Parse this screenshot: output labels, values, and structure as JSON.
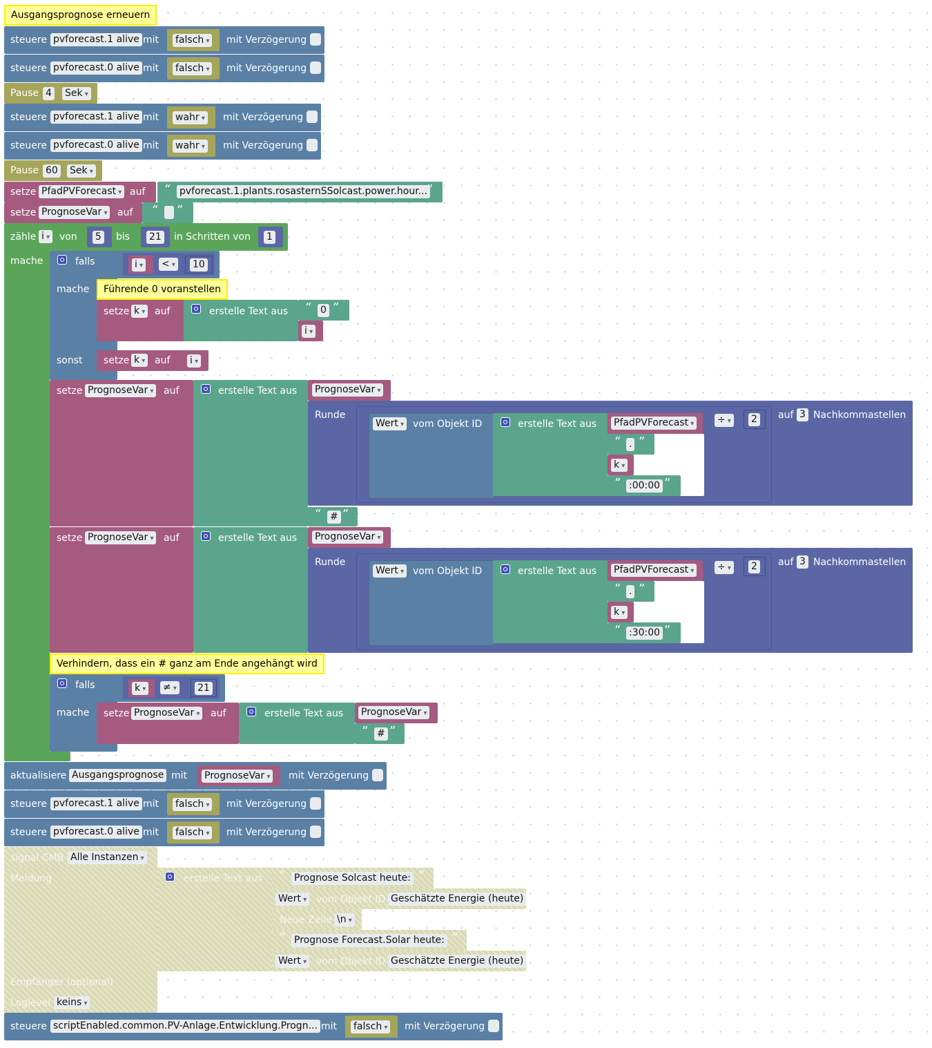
{
  "comments": {
    "c1": "Ausgangsprognose erneuern",
    "c2": "Führende 0 voranstellen",
    "c3": "Verhindern, dass ein # ganz am Ende angehängt wird"
  },
  "kw": {
    "steuere": "steuere",
    "mit": "mit",
    "mit_verzoegerung": "mit Verzögerung",
    "pause": "Pause",
    "setze": "setze",
    "auf": "auf",
    "zaehle": "zähle",
    "von": "von",
    "bis": "bis",
    "in_schritten_von": "in Schritten von",
    "mache": "mache",
    "falls": "falls",
    "sonst": "sonst",
    "erstelle_text_aus": "erstelle Text aus",
    "runde": "Runde",
    "vom_objekt_id": "vom Objekt ID",
    "auf_n": "auf",
    "nachkommastellen": "Nachkommastellen",
    "aktualisiere": "aktualisiere",
    "signal_cmb": "signal CMB",
    "meldung": "Meldung",
    "neue_zeile": "Neue Zeile",
    "empfaenger": "Empfänger (optional)",
    "loglevel": "Loglevel",
    "open_quote": "“",
    "close_quote": "”"
  },
  "objects": {
    "alive1": "pvforecast.1 alive",
    "alive0": "pvforecast.0 alive",
    "ausgangsprognose": "Ausgangsprognose",
    "script_enabled": "scriptEnabled.common.PV-Anlage.Entwicklung.Progn..."
  },
  "values": {
    "falsch": "falsch",
    "wahr": "wahr",
    "pause1": "4",
    "pause2": "60",
    "sek": "Sek",
    "path_text": "pvforecast.1.plants.rosasternSSolcast.power.hour...",
    "empty_text": "",
    "from": "5",
    "to": "21",
    "step": "1",
    "cmp_lt": "<",
    "cmp_ne": "≠",
    "ten": "10",
    "twenty_one": "21",
    "zero": "0",
    "dot": ".",
    "t1": ":00:00",
    "t2": ":30:00",
    "hash": "#",
    "divide": "÷",
    "two": "2",
    "three": "3",
    "wert": "Wert",
    "newline": "\\n",
    "alle_instanzen": "Alle Instanzen",
    "keins": "keins",
    "msg1": "Prognose Solcast heute:",
    "msg2": "Prognose Forecast.Solar heute:",
    "energy_today": "Geschätzte Energie (heute)"
  },
  "variables": {
    "pfad": "PfadPVForecast",
    "prognose": "PrognoseVar",
    "i": "i",
    "k": "k"
  },
  "colors": {
    "action_blue": "#5b80a5",
    "pause_olive": "#a5a55b",
    "variable_magenta": "#a55b80",
    "text_teal": "#5ba58c",
    "loop_green": "#5ba55b",
    "math_indigo": "#5b67a5",
    "comment_yellow": "#ffff99",
    "disabled": "#d9d9b4"
  }
}
